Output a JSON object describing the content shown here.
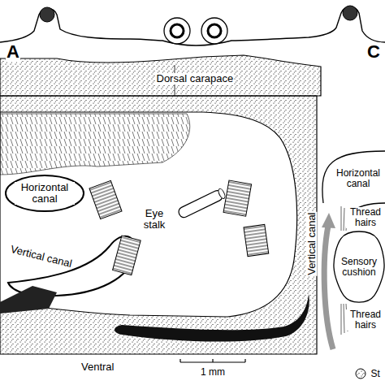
{
  "diagram": {
    "nodes": [
      {
        "text": [
          "Sensory cushion"
        ]
      }
    ],
    "labels": [
      "A",
      "Dorsal carapace",
      "Horizontal canal",
      "Eye stalk",
      "Vertical canal",
      "Vertical canal",
      "Ventral",
      "1 mm",
      "C",
      "Horizontal canal",
      "Thread hairs",
      "Thread hairs",
      "St"
    ]
  }
}
